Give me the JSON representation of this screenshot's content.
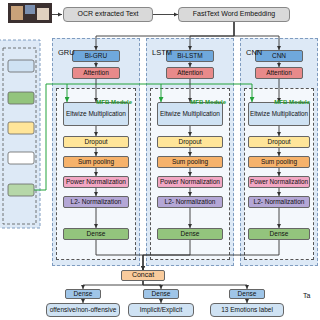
{
  "diagram": {
    "nodes": [
      {
        "text": [
          "OCR extracted Text"
        ]
      },
      {
        "text": [
          "FastText Word Embedding"
        ]
      },
      {
        "text": [
          "GRU"
        ]
      },
      {
        "text": [
          "Bi-GRU"
        ],
        "in": 2
      },
      {
        "text": [
          "Attention"
        ],
        "in": 2
      },
      {
        "text": [
          "MFB Module"
        ],
        "in": 2
      },
      {
        "text": [
          "Eltwize Multiplication"
        ],
        "in": 5
      },
      {
        "text": [
          "Dropout"
        ],
        "in": 5
      },
      {
        "text": [
          "Sum pooling"
        ],
        "in": 5
      },
      {
        "text": [
          "Power Normalization"
        ],
        "in": 5
      },
      {
        "text": [
          "L2- Normalization"
        ],
        "in": 5
      },
      {
        "text": [
          "Dense"
        ],
        "in": 5
      },
      {
        "text": [
          "LSTM"
        ]
      },
      {
        "text": [
          "Bi-LSTM"
        ],
        "in": 12
      },
      {
        "text": [
          "Attention"
        ],
        "in": 12
      },
      {
        "text": [
          "MFB Module"
        ],
        "in": 12
      },
      {
        "text": [
          "Eltwize Multiplication"
        ],
        "in": 15
      },
      {
        "text": [
          "Dropout"
        ],
        "in": 15
      },
      {
        "text": [
          "Sum pooling"
        ],
        "in": 15
      },
      {
        "text": [
          "Power Normalization"
        ],
        "in": 15
      },
      {
        "text": [
          "L2- Normalization"
        ],
        "in": 15
      },
      {
        "text": [
          "Dense"
        ],
        "in": 15
      },
      {
        "text": [
          "CNN"
        ]
      },
      {
        "text": [
          "CNN"
        ],
        "in": 22
      },
      {
        "text": [
          "Attention"
        ],
        "in": 22
      },
      {
        "text": [
          "MFB Module"
        ],
        "in": 22
      },
      {
        "text": [
          "Eltwize Multiplication"
        ],
        "in": 25
      },
      {
        "text": [
          "Dropout"
        ],
        "in": 25
      },
      {
        "text": [
          "Sum pooling"
        ],
        "in": 25
      },
      {
        "text": [
          "Power Normalization"
        ],
        "in": 25
      },
      {
        "text": [
          "L2- Normalization"
        ],
        "in": 25
      },
      {
        "text": [
          "Dense"
        ],
        "in": 25
      },
      {
        "text": [
          "Concat"
        ]
      },
      {
        "text": [
          "Dense"
        ]
      },
      {
        "text": [
          "Dense"
        ]
      },
      {
        "text": [
          "Dense"
        ]
      },
      {
        "text": [
          "offensive/non-offensive"
        ]
      },
      {
        "text": [
          "Implicit/Explicit"
        ]
      },
      {
        "text": [
          "13 Emotions label"
        ]
      }
    ],
    "edges": [
      {
        "from": 0,
        "to": 1,
        "arrow": "to"
      },
      {
        "from": 1,
        "to": 3,
        "arrow": "to"
      },
      {
        "from": 1,
        "to": 13,
        "arrow": "to"
      },
      {
        "from": 1,
        "to": 23,
        "arrow": "to"
      },
      {
        "from": 3,
        "to": 4,
        "arrow": "to"
      },
      {
        "from": 4,
        "to": 6,
        "arrow": "to"
      },
      {
        "from": 6,
        "to": 7,
        "arrow": "to"
      },
      {
        "from": 7,
        "to": 8,
        "arrow": "to"
      },
      {
        "from": 8,
        "to": 9,
        "arrow": "to"
      },
      {
        "from": 9,
        "to": 10,
        "arrow": "to"
      },
      {
        "from": 10,
        "to": 11,
        "arrow": "to"
      },
      {
        "from": 13,
        "to": 14,
        "arrow": "to"
      },
      {
        "from": 14,
        "to": 16,
        "arrow": "to"
      },
      {
        "from": 16,
        "to": 17,
        "arrow": "to"
      },
      {
        "from": 17,
        "to": 18,
        "arrow": "to"
      },
      {
        "from": 18,
        "to": 19,
        "arrow": "to"
      },
      {
        "from": 19,
        "to": 20,
        "arrow": "to"
      },
      {
        "from": 20,
        "to": 21,
        "arrow": "to"
      },
      {
        "from": 23,
        "to": 24,
        "arrow": "to"
      },
      {
        "from": 24,
        "to": 26,
        "arrow": "to"
      },
      {
        "from": 26,
        "to": 27,
        "arrow": "to"
      },
      {
        "from": 27,
        "to": 28,
        "arrow": "to"
      },
      {
        "from": 28,
        "to": 29,
        "arrow": "to"
      },
      {
        "from": 29,
        "to": 30,
        "arrow": "to"
      },
      {
        "from": 30,
        "to": 31,
        "arrow": "to"
      },
      {
        "from": 11,
        "to": 32,
        "arrow": "to"
      },
      {
        "from": 21,
        "to": 32,
        "arrow": "to"
      },
      {
        "from": 31,
        "to": 32,
        "arrow": "to"
      },
      {
        "from": 32,
        "to": 33,
        "arrow": "to"
      },
      {
        "from": 32,
        "to": 34,
        "arrow": "to"
      },
      {
        "from": 32,
        "to": 35,
        "arrow": "to"
      },
      {
        "from": 33,
        "to": 36,
        "arrow": "to"
      },
      {
        "from": 34,
        "to": 37,
        "arrow": "to"
      },
      {
        "from": 35,
        "to": 38,
        "arrow": "to"
      }
    ],
    "labels": [
      "Ta"
    ]
  }
}
